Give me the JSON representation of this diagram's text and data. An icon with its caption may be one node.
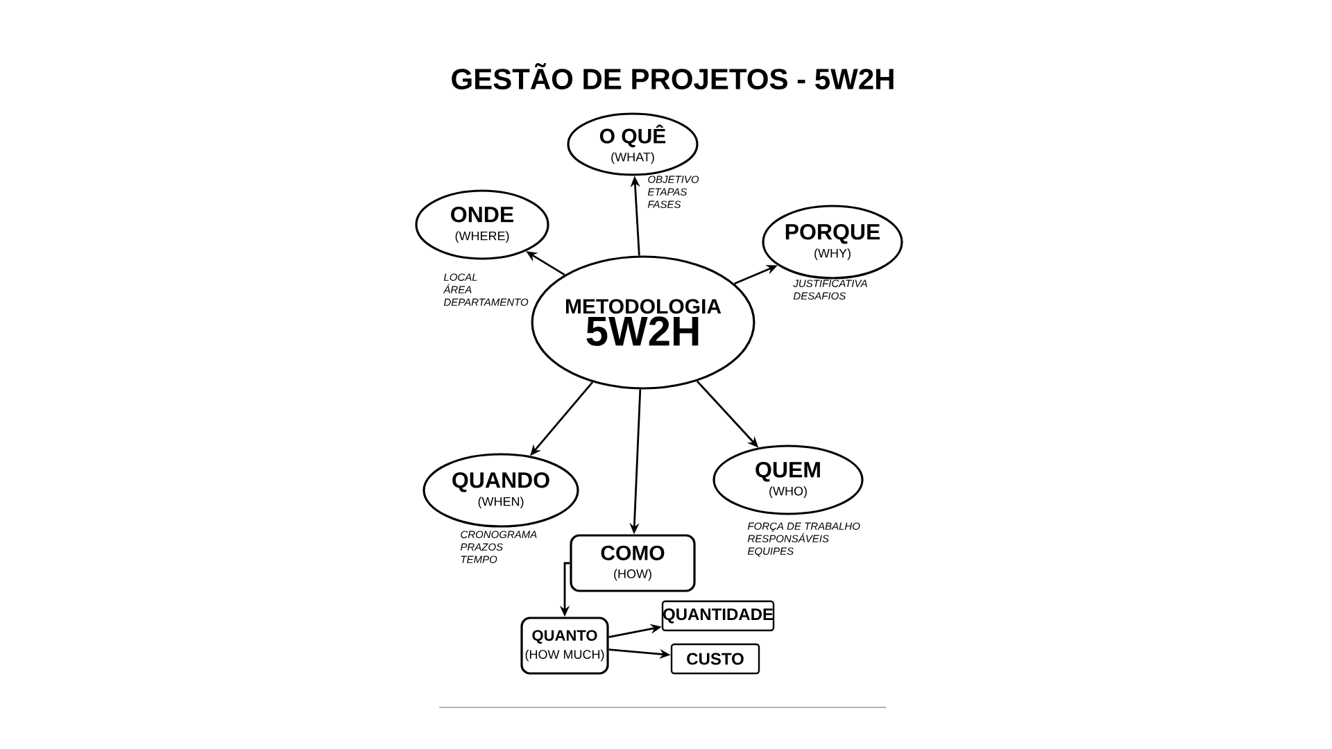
{
  "diagram": {
    "title": "GESTÃO DE PROJETOS - 5W2H",
    "nodes": [
      {
        "text": [
          "O QUÊ",
          "(WHAT)"
        ],
        "beside": [
          "OBJETIVO",
          "ETAPAS",
          "FASES"
        ]
      },
      {
        "text": [
          "ONDE",
          "(WHERE)"
        ],
        "beside": [
          "LOCAL",
          "ÁREA",
          "DEPARTAMENTO"
        ]
      },
      {
        "text": [
          "PORQUE",
          "(WHY)"
        ],
        "beside": [
          "JUSTIFICATIVA",
          "DESAFIOS"
        ]
      },
      {
        "text": [
          "METODOLOGIA",
          "5W2H"
        ]
      },
      {
        "text": [
          "QUANDO",
          "(WHEN)"
        ],
        "beside": [
          "CRONOGRAMA",
          "PRAZOS",
          "TEMPO"
        ]
      },
      {
        "text": [
          "QUEM",
          "(WHO)"
        ],
        "beside": [
          "FORÇA DE TRABALHO",
          "RESPONSÁVEIS",
          "EQUIPES"
        ]
      },
      {
        "text": [
          "COMO",
          "(HOW)"
        ]
      },
      {
        "text": [
          "QUANTO",
          "(HOW MUCH)"
        ]
      },
      {
        "text": [
          "QUANTIDADE"
        ]
      },
      {
        "text": [
          "CUSTO"
        ]
      }
    ],
    "edges": [
      {
        "from": 3,
        "to": 0,
        "arrow": "to"
      },
      {
        "from": 3,
        "to": 1,
        "arrow": "to"
      },
      {
        "from": 3,
        "to": 2,
        "arrow": "to"
      },
      {
        "from": 3,
        "to": 4,
        "arrow": "to"
      },
      {
        "from": 3,
        "to": 6,
        "arrow": "to"
      },
      {
        "from": 3,
        "to": 5,
        "arrow": "to"
      },
      {
        "from": 6,
        "to": 7,
        "arrow": "to"
      },
      {
        "from": 7,
        "to": 8,
        "arrow": "to"
      },
      {
        "from": 7,
        "to": 9,
        "arrow": "to"
      }
    ]
  }
}
